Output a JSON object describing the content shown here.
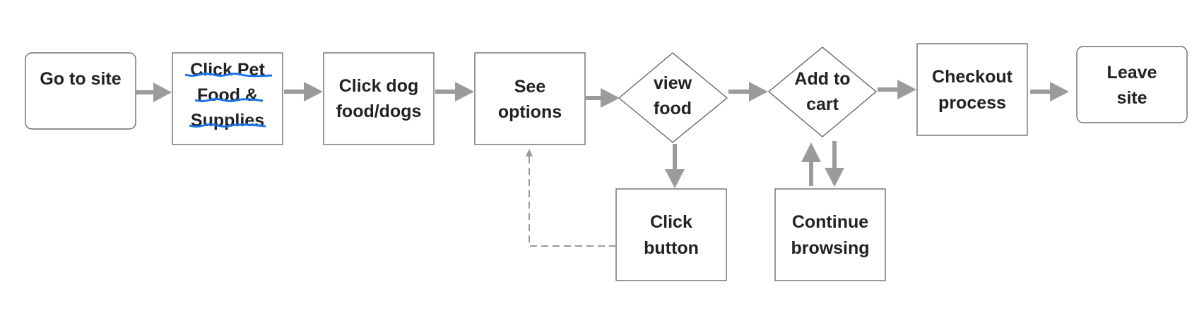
{
  "nodes": {
    "go_to_site": {
      "lines": [
        "Go to site"
      ]
    },
    "click_pet_food": {
      "lines": [
        "Click Pet",
        "Food &",
        "Supplies"
      ]
    },
    "click_dog_food": {
      "lines": [
        "Click dog",
        "food/dogs"
      ]
    },
    "see_options": {
      "lines": [
        "See",
        "options"
      ]
    },
    "view_food": {
      "lines": [
        "view",
        "food"
      ]
    },
    "add_to_cart": {
      "lines": [
        "Add to",
        "cart"
      ]
    },
    "checkout_process": {
      "lines": [
        "Checkout",
        "process"
      ]
    },
    "leave_site": {
      "lines": [
        "Leave",
        "site"
      ]
    },
    "click_button": {
      "lines": [
        "Click",
        "button"
      ]
    },
    "continue_browsing": {
      "lines": [
        "Continue",
        "browsing"
      ]
    }
  },
  "colors": {
    "arrow": "#9b9b9b",
    "node_border": "#555555",
    "text": "#222222",
    "spellcheck_underline": "#1a73e8"
  }
}
